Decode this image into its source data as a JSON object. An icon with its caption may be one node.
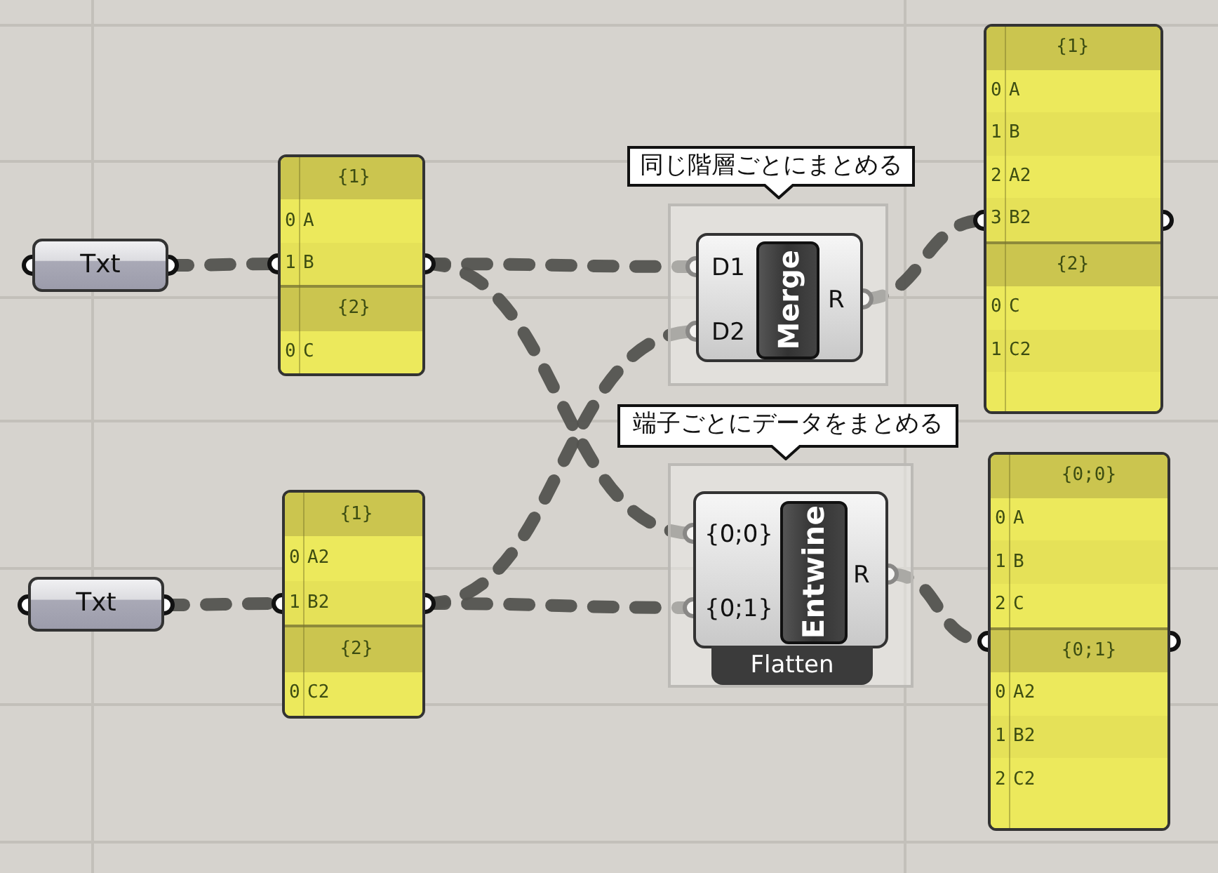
{
  "diagram": {
    "nodes": [
      {
        "text": [
          "Txt"
        ]
      },
      {
        "text": [
          "{1}",
          "0",
          "A",
          "1",
          "B",
          "{2}",
          "0",
          "C"
        ]
      },
      {
        "text": [
          "同じ階層ごとにまとめる"
        ]
      },
      {
        "text": [],
        "shape": "box"
      },
      {
        "text": [
          "D1",
          "D2",
          "Merge",
          "R"
        ],
        "in": 3
      },
      {
        "text": [
          "{1}",
          "0",
          "A",
          "1",
          "B",
          "2",
          "A2",
          "3",
          "B2",
          "{2}",
          "0",
          "C",
          "1",
          "C2"
        ]
      },
      {
        "text": [
          "端子ごとにデータをまとめる"
        ]
      },
      {
        "text": [],
        "shape": "box"
      },
      {
        "text": [
          "{0;0}",
          "{0;1}",
          "Entwine",
          "R"
        ],
        "in": 7
      },
      {
        "text": [
          "Flatten"
        ],
        "in": 7
      },
      {
        "text": [
          "Txt"
        ]
      },
      {
        "text": [
          "{1}",
          "0",
          "A2",
          "1",
          "B2",
          "{2}",
          "0",
          "C2"
        ]
      },
      {
        "text": [
          "{0;0}",
          "0",
          "A",
          "1",
          "B",
          "2",
          "C",
          "{0;1}",
          "0",
          "A2",
          "1",
          "B2",
          "2",
          "C2"
        ]
      }
    ],
    "edges": [
      {
        "from": 0,
        "to": 1,
        "arrow": "none",
        "style": "dashed"
      },
      {
        "from": 1,
        "to": 4,
        "arrow": "none",
        "style": "dashed"
      },
      {
        "from": 1,
        "to": 8,
        "arrow": "none",
        "style": "dashed"
      },
      {
        "from": 10,
        "to": 11,
        "arrow": "none",
        "style": "dashed"
      },
      {
        "from": 11,
        "to": 4,
        "arrow": "none",
        "style": "dashed"
      },
      {
        "from": 11,
        "to": 8,
        "arrow": "none",
        "style": "dashed"
      },
      {
        "from": 4,
        "to": 5,
        "arrow": "none",
        "style": "dashed"
      },
      {
        "from": 8,
        "to": 12,
        "arrow": "none",
        "style": "dashed"
      }
    ]
  }
}
